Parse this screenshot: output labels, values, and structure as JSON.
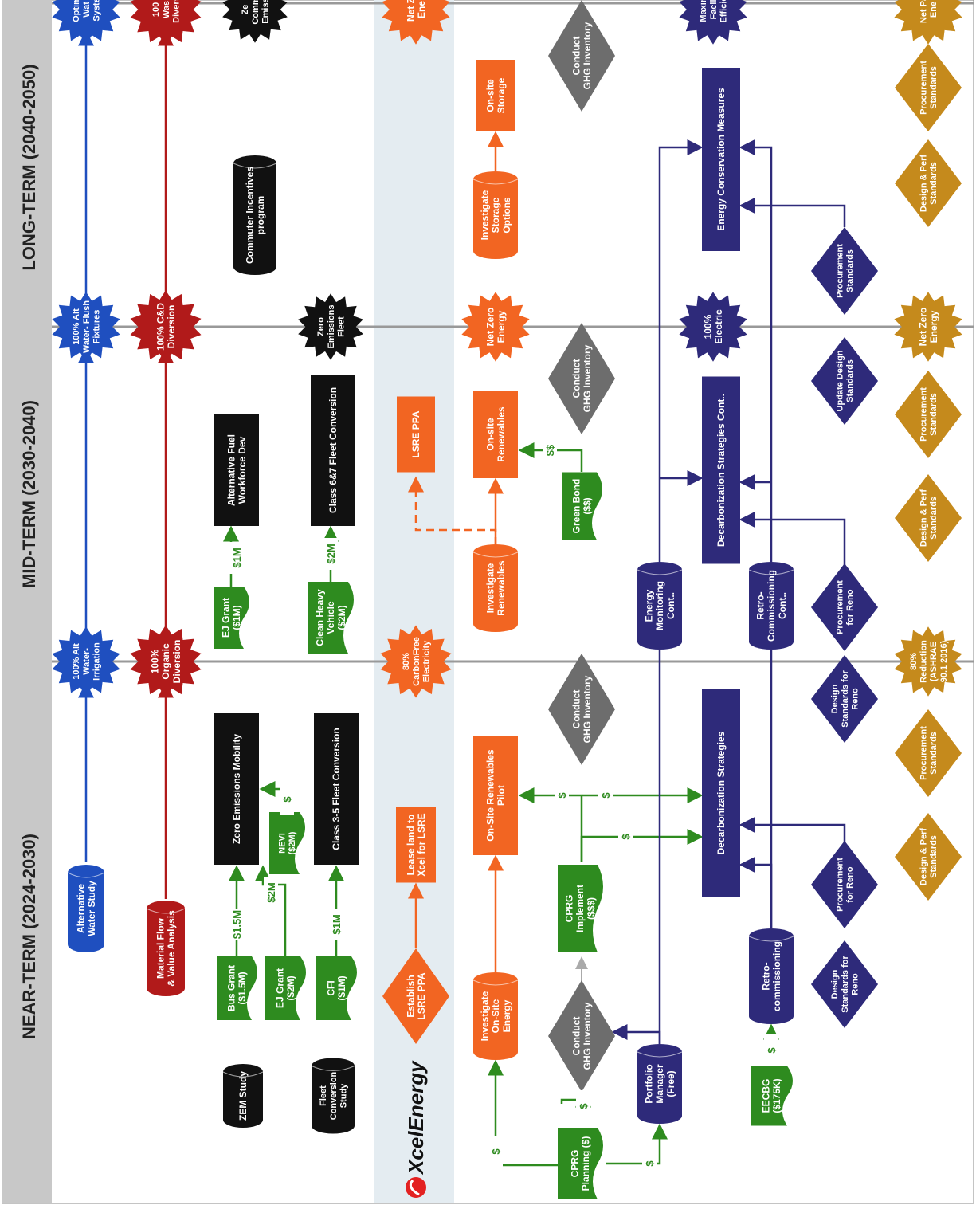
{
  "phases": [
    {
      "id": "near",
      "label": "NEAR-TERM (2024-2030)"
    },
    {
      "id": "mid",
      "label": "MID-TERM (2030-2040)"
    },
    {
      "id": "long",
      "label": "LONG-TERM (2040-2050)"
    }
  ],
  "colors": {
    "water": "#1f4fbf",
    "waste": "#b11a1a",
    "mobility": "#111111",
    "renew": "#f26522",
    "ghg": "#6d6d6d",
    "buildings": "#2e2a7a",
    "standards": "#c58a1c",
    "funding": "#2e8b1f",
    "band": "#e4ecf1",
    "header": "#c8c8c8"
  },
  "brand": {
    "name": "XcelEnergy"
  },
  "nodes": {
    "alt_water_study": {
      "lines": [
        "Alternative",
        "Water Study"
      ]
    },
    "alt_water_irrigation": {
      "lines": [
        "100% Alt",
        "Water-",
        "Irrigation"
      ]
    },
    "alt_water_flush": {
      "lines": [
        "100% Alt",
        "Water- Flush",
        "Fixtures"
      ]
    },
    "optimize_water": {
      "lines": [
        "Optim",
        "Wat",
        "Syste"
      ]
    },
    "material_flow": {
      "lines": [
        "Material Flow",
        "& Value Analysis"
      ]
    },
    "organic_diversion": {
      "lines": [
        "100%",
        "Organic",
        "Diversion"
      ]
    },
    "cd_diversion": {
      "lines": [
        "100% C&D",
        "Diversion"
      ]
    },
    "waste_diversion": {
      "lines": [
        "100",
        "Was",
        "Divers"
      ]
    },
    "commuter_incentives": {
      "lines": [
        "Commuter Incentives",
        "program"
      ]
    },
    "zero_emissions_fleet": {
      "lines": [
        "Zero",
        "Emissions",
        "Fleet"
      ]
    },
    "zero_commute": {
      "lines": [
        "Ze",
        "Commi",
        "Emissi"
      ]
    },
    "zem_study": {
      "lines": [
        "ZEM Study"
      ]
    },
    "fleet_conv_study": {
      "lines": [
        "Fleet",
        "Conversion",
        "Study"
      ]
    },
    "bus_grant": {
      "lines": [
        "Bus Grant",
        "($1.5M)"
      ]
    },
    "ej_grant_near": {
      "lines": [
        "EJ Grant",
        "($2M)"
      ]
    },
    "cfi": {
      "lines": [
        "CFI",
        "($1M)"
      ]
    },
    "zero_emissions_mobility": {
      "lines": [
        "Zero Emissions Mobility"
      ]
    },
    "nevi": {
      "lines": [
        "NEVI",
        "($2M)"
      ]
    },
    "class35": {
      "lines": [
        "Class 3-5 Fleet Conversion"
      ]
    },
    "ej_grant_mid": {
      "lines": [
        "EJ Grant",
        "($1M)"
      ]
    },
    "alt_fuel_workforce": {
      "lines": [
        "Alternative Fuel",
        "Workforce Dev"
      ]
    },
    "clean_heavy": {
      "lines": [
        "Clean Heavy",
        "Vehicle",
        "($2M)"
      ]
    },
    "class67": {
      "lines": [
        "Class 6&7 Fleet Conversion"
      ]
    },
    "establish_lsre": {
      "lines": [
        "Establish",
        "LSRE PPA"
      ]
    },
    "lease_land": {
      "lines": [
        "Lease land to",
        "Xcel for LSRE"
      ]
    },
    "carbonfree": {
      "lines": [
        "80%",
        "CarbonFree",
        "Electricity"
      ]
    },
    "lsre_ppa": {
      "lines": [
        "LSRE PPA"
      ]
    },
    "nze_mid_renew": {
      "lines": [
        "Net Zero",
        "Energy"
      ]
    },
    "nze_long_renew": {
      "lines": [
        "Net Z",
        "Ene"
      ]
    },
    "investigate_onsite": {
      "lines": [
        "Investigate",
        "On-Site",
        "Energy"
      ]
    },
    "onsite_pilot": {
      "lines": [
        "On-Site Renewables",
        "Pilot"
      ]
    },
    "investigate_renew": {
      "lines": [
        "Investigate",
        "Renewables"
      ]
    },
    "onsite_renew": {
      "lines": [
        "On-site",
        "Renewables"
      ]
    },
    "green_bond": {
      "lines": [
        "Green Bond",
        "($$)"
      ]
    },
    "investigate_storage": {
      "lines": [
        "Investigate",
        "Storage",
        "Options"
      ]
    },
    "onsite_storage": {
      "lines": [
        "On-site",
        "Storage"
      ]
    },
    "cprg_planning": {
      "lines": [
        "CPRG",
        "Planning ($)"
      ]
    },
    "ghg_near1": {
      "lines": [
        "Conduct",
        "GHG Inventory"
      ]
    },
    "ghg_near2": {
      "lines": [
        "Conduct",
        "GHG Inventory"
      ]
    },
    "ghg_mid": {
      "lines": [
        "Conduct",
        "GHG Inventory"
      ]
    },
    "ghg_long": {
      "lines": [
        "Conduct",
        "GHG Inventory"
      ]
    },
    "cprg_implement": {
      "lines": [
        "CPRG",
        "Implement",
        "($$$)"
      ]
    },
    "portfolio_manager": {
      "lines": [
        "Portfolio",
        "Manager",
        "(Free)"
      ]
    },
    "energy_monitoring": {
      "lines": [
        "Energy",
        "Monitoring",
        "Cont.."
      ]
    },
    "decarb_near": {
      "lines": [
        "Decarbonization Strategies"
      ]
    },
    "decarb_mid": {
      "lines": [
        "Decarbonization Strategies Cont.."
      ]
    },
    "ecm_long": {
      "lines": [
        "Energy Conservation Measures"
      ]
    },
    "electric_100": {
      "lines": [
        "100%",
        "Electric"
      ]
    },
    "maximize_facility": {
      "lines": [
        "Maxin",
        "Facil",
        "Efficie"
      ]
    },
    "eecbg": {
      "lines": [
        "EECBG",
        "($175K)"
      ]
    },
    "retro_near": {
      "lines": [
        "Retro-",
        "commissioning"
      ]
    },
    "retro_mid": {
      "lines": [
        "Retro-",
        "Commissioning",
        "Cont.."
      ]
    },
    "ds_reno_1": {
      "lines": [
        "Design",
        "Standards for",
        "Reno"
      ]
    },
    "proc_reno_1": {
      "lines": [
        "Procurement",
        "for Reno"
      ]
    },
    "ds_reno_2": {
      "lines": [
        "Design",
        "Standards for",
        "Reno"
      ]
    },
    "proc_reno_2": {
      "lines": [
        "Procurement",
        "for Reno"
      ]
    },
    "update_design": {
      "lines": [
        "Update Design",
        "Standards"
      ]
    },
    "proc_standards_mid": {
      "lines": [
        "Procurement",
        "Standards"
      ]
    },
    "dps_near": {
      "lines": [
        "Design & Perf",
        "Standards"
      ]
    },
    "ps_near": {
      "lines": [
        "Procurement",
        "Standards"
      ]
    },
    "reduction_80": {
      "lines": [
        "80%",
        "Reduction",
        "(ASHRAE",
        "90.1 2016)"
      ]
    },
    "dps_mid": {
      "lines": [
        "Design & Perf",
        "Standards"
      ]
    },
    "ps_mid": {
      "lines": [
        "Procurement",
        "Standards"
      ]
    },
    "nze_mid_std": {
      "lines": [
        "Net Zero",
        "Energy"
      ]
    },
    "dps_long": {
      "lines": [
        "Design & Perf",
        "Standards"
      ]
    },
    "ps_long": {
      "lines": [
        "Procurement",
        "Standards"
      ]
    },
    "net_positive": {
      "lines": [
        "Net Pa",
        "Ene"
      ]
    }
  },
  "edge_labels": {
    "bus": "$1.5M",
    "ej2": "$2M",
    "cfi": "$1M",
    "nevi": "$",
    "ej1": "$1M",
    "heavy": "$2M",
    "bond": "$$",
    "cprg_a": "$",
    "cprg_b": "$",
    "cprg_c": "$",
    "impl_a": "$",
    "impl_b": "$",
    "impl_c": "$",
    "eecbg": "$"
  }
}
